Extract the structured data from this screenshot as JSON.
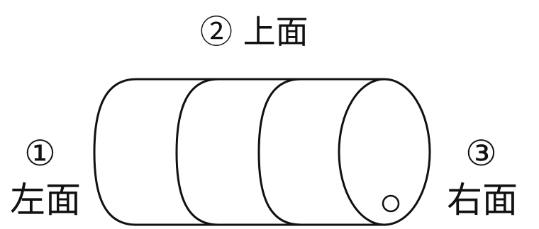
{
  "labels": {
    "top": "② 上面",
    "left_number": "①",
    "left_text": "左面",
    "right_number": "③",
    "right_text": "右面"
  },
  "colors": {
    "stroke": "#111111",
    "background": "#ffffff"
  }
}
